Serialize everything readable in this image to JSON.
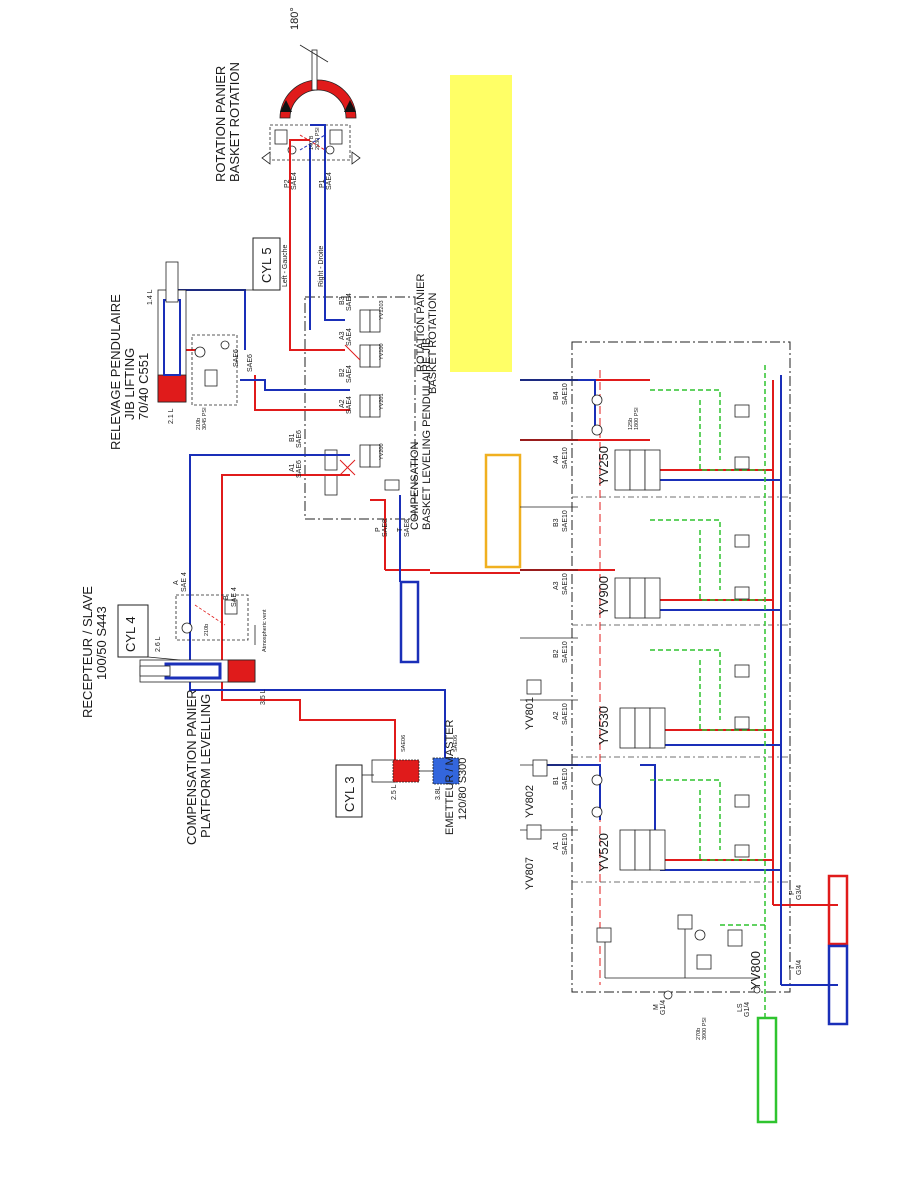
{
  "colors": {
    "pressure": "#e01b1b",
    "return": "#1a2fb8",
    "load_sense": "#2fc42f",
    "highlight": "#ffff66",
    "orange": "#f0b020"
  },
  "basket_rotation": {
    "title_fr": "ROTATION PANIER",
    "title_en": "BASKET ROTATION",
    "angle": "180°",
    "port_p2": "P2",
    "port_p2_size": "SAE4",
    "port_p1": "P1",
    "port_p1_size": "SAE4",
    "valve_text": "140 B\n2030 PSI",
    "line_left": "Left - Gauche",
    "line_right": "Right - Droite"
  },
  "jib": {
    "title_fr": "RELEVAGE PENDULAIRE",
    "title_en": "JIB LIFTING",
    "model": "70/40 C551",
    "cyl_label": "CYL 5",
    "vol_rod": "1.4 L",
    "vol_bore": "2.1 L",
    "valve_pressure": "210b\n3045 PSI",
    "port_a": "SAE6",
    "port_b": "SAE6"
  },
  "comp_block": {
    "title_fr": "COMPENSATION",
    "title_en": "BASKET LEVELING PENDULAIRE JIB",
    "title_rot_fr": "ROTATION PANIER",
    "title_rot_en": "BASKET ROTATION",
    "ports": [
      {
        "name": "B1",
        "size": "SAE6"
      },
      {
        "name": "A1",
        "size": "SAE6"
      },
      {
        "name": "B2",
        "size": "SAE4"
      },
      {
        "name": "A2",
        "size": "SAE4"
      },
      {
        "name": "B3",
        "size": "SAE4"
      },
      {
        "name": "A3",
        "size": "SAE4"
      }
    ],
    "port_p": "P",
    "port_p_size": "SAE8",
    "port_t": "T",
    "port_t_size": "SAE8",
    "valves": [
      "YV1203",
      "YV100",
      "YV201",
      "YV200"
    ]
  },
  "slave": {
    "title_fr": "RECEPTEUR / SLAVE",
    "model": "100/50 S443",
    "cyl_label": "CYL 4",
    "vol_rod": "2.6 L",
    "vol_bore": "3.5 L",
    "port_a": "A",
    "port_a_size": "SAE 4",
    "port_b": "B",
    "port_b_size": "SAE 4",
    "valve_pressure": "210b",
    "vent": "Atmospheric vent"
  },
  "platform": {
    "title_fr": "COMPENSATION PANIER",
    "title_en": "PLATFORM LEVELLING"
  },
  "master": {
    "title": "EMETTEUR / MASTER",
    "model": "120/80 S300",
    "cyl_label": "CYL 3",
    "vol_rod": "2.5 L",
    "vol_bore": "3.8L",
    "port_1": "SAE06",
    "port_2": "SAE06"
  },
  "main_block": {
    "sections": [
      {
        "valve": "YV250",
        "a": "A4",
        "a_size": "SAE10",
        "b": "B4",
        "b_size": "SAE10",
        "relief": "125b\n1800 PSI"
      },
      {
        "valve": "YV900",
        "a": "A3",
        "a_size": "SAE10",
        "b": "B3",
        "b_size": "SAE10"
      },
      {
        "valve": "YV530",
        "a": "A2",
        "a_size": "SAE10",
        "b": "B2",
        "b_size": "SAE10"
      },
      {
        "valve": "YV520",
        "a": "A1",
        "a_size": "SAE10",
        "b": "B1",
        "b_size": "SAE10"
      }
    ],
    "solenoids": [
      "YV801",
      "YV802",
      "YV807",
      "YV800"
    ],
    "port_m": "M",
    "port_m_size": "G1/4",
    "port_ls": "LS",
    "port_ls_size": "G1/4",
    "port_p": "P",
    "port_p_size": "G3/4",
    "port_t": "T",
    "port_t_size": "G3/4",
    "relief_main": "270b\n3900 PSI"
  }
}
